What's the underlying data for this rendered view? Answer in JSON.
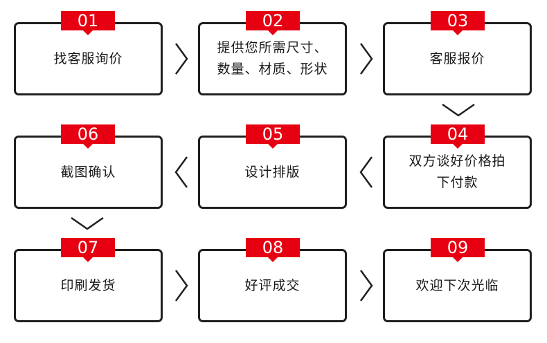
{
  "theme": {
    "accent": "#e60012",
    "border": "#1f1f1f",
    "text": "#1a1a1a"
  },
  "steps": [
    {
      "num": "01",
      "line1": "找客服询价",
      "line2": ""
    },
    {
      "num": "02",
      "line1": "提供您所需尺寸、",
      "line2": "数量、材质、形状"
    },
    {
      "num": "03",
      "line1": "客服报价",
      "line2": ""
    },
    {
      "num": "04",
      "line1": "双方谈好价格拍",
      "line2": "下付款"
    },
    {
      "num": "05",
      "line1": "设计排版",
      "line2": ""
    },
    {
      "num": "06",
      "line1": "截图确认",
      "line2": ""
    },
    {
      "num": "07",
      "line1": "印刷发货",
      "line2": ""
    },
    {
      "num": "08",
      "line1": "好评成交",
      "line2": ""
    },
    {
      "num": "09",
      "line1": "欢迎下次光临",
      "line2": ""
    }
  ]
}
